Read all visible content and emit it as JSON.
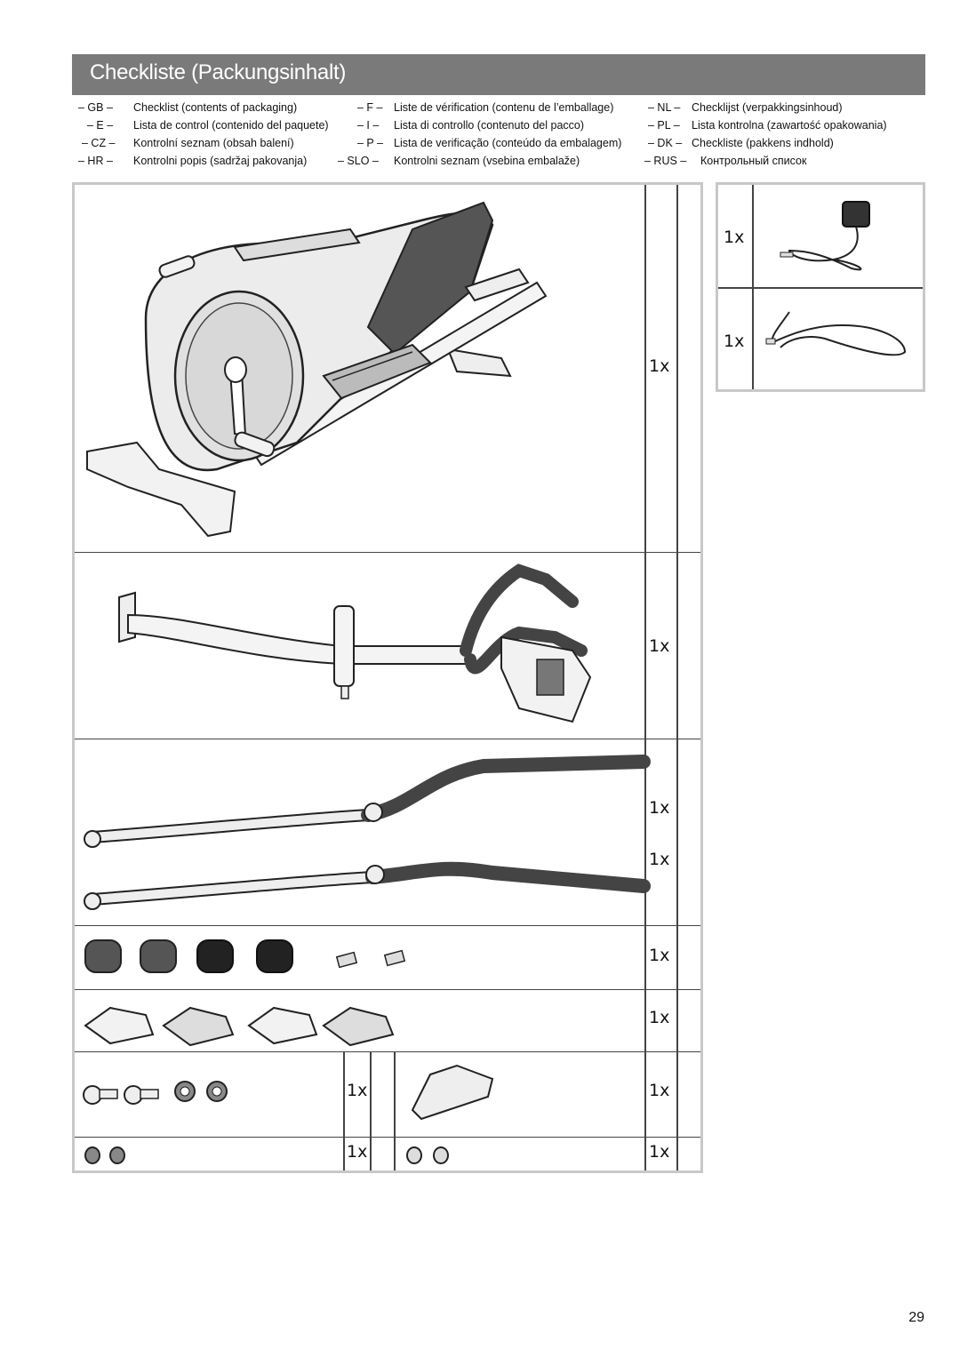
{
  "page": {
    "title": "Checkliste (Packungsinhalt)",
    "page_number": "29"
  },
  "languages": [
    {
      "code": "– GB –",
      "text": "Checklist (contents of packaging)"
    },
    {
      "code": "– F –",
      "text": "Liste de vérification (contenu de l’emballage)"
    },
    {
      "code": "– NL –",
      "text": "Checklijst (verpakkingsinhoud)"
    },
    {
      "code": "– E –",
      "text": "Lista de control (contenido del paquete)"
    },
    {
      "code": "– I –",
      "text": "Lista di controllo (contenuto del pacco)"
    },
    {
      "code": "– PL –",
      "text": "Lista kontrolna (zawartość opakowania)"
    },
    {
      "code": "– CZ –",
      "text": "Kontrolní seznam (obsah balení)"
    },
    {
      "code": "– P –",
      "text": "Lista de verificação (conteúdo da embalagem)"
    },
    {
      "code": "– DK –",
      "text": "Checkliste (pakkens indhold)"
    },
    {
      "code": "– HR –",
      "text": "Kontrolni popis (sadržaj pakovanja)"
    },
    {
      "code": "– SLO –",
      "text": "Kontrolni seznam (vsebina embalaže)"
    },
    {
      "code": "– RUS –",
      "text": "Контрольный список"
    }
  ],
  "items": {
    "frame_qty": "1x",
    "handlebar_qty": "1x",
    "pedal_arm_right_qty": "1x",
    "pedal_arm_left_qty": "1x",
    "covers_qty": "1x",
    "pedal_covers_qty": "1x",
    "screws_qty": "1x",
    "cap_qty": "1x",
    "caps_small_qty": "1x",
    "caps_small2_qty": "1x",
    "power_adapter_qty": "1x",
    "cable_qty": "1x"
  }
}
